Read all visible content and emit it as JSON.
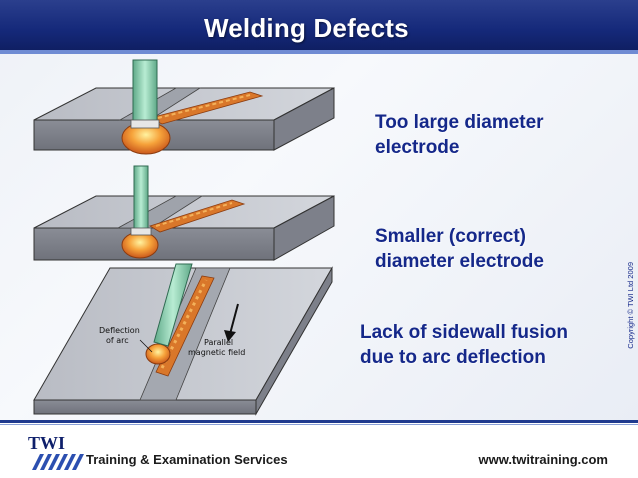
{
  "title": "Welding Defects",
  "captions": [
    {
      "line1": "Too large diameter",
      "line2": "electrode"
    },
    {
      "line1": "Smaller (correct)",
      "line2": "diameter electrode"
    },
    {
      "line1": "Lack of sidewall fusion",
      "line2": "due to arc deflection"
    }
  ],
  "diagram_labels": {
    "deflection_line1": "Deflection",
    "deflection_line2": "of arc",
    "parallel_line1": "Parallel",
    "parallel_line2": "magnetic field"
  },
  "copyright": "Copyright © TWI Ltd 2009",
  "footer": {
    "logo_text": "TWI",
    "tagline": "Training & Examination Services",
    "website": "www.twitraining.com"
  },
  "colors": {
    "title_bar": "#15297a",
    "caption_text": "#15288a",
    "electrode": "#8fd3b3",
    "weld_bead": "#e07a25"
  }
}
